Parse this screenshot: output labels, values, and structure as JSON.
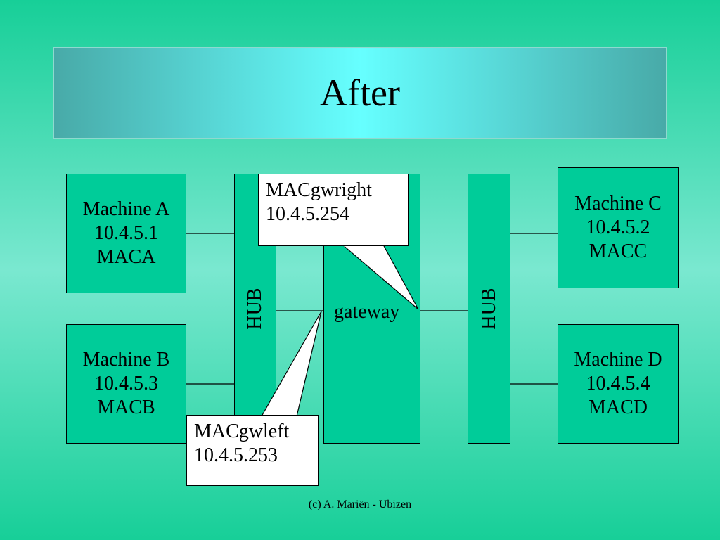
{
  "slide": {
    "title": "After",
    "footer": "(c) A. Mariën - Ubizen"
  },
  "machines": {
    "a": {
      "name": "Machine A",
      "ip": "10.4.5.1",
      "mac": "MACA"
    },
    "b": {
      "name": "Machine B",
      "ip": "10.4.5.3",
      "mac": "MACB"
    },
    "c": {
      "name": "Machine C",
      "ip": "10.4.5.2",
      "mac": "MACC"
    },
    "d": {
      "name": "Machine D",
      "ip": "10.4.5.4",
      "mac": "MACD"
    }
  },
  "hubs": {
    "left": "HUB",
    "right": "HUB"
  },
  "gateway": {
    "label": "gateway",
    "right_callout": {
      "mac": "MACgwright",
      "ip": "10.4.5.254"
    },
    "left_callout": {
      "mac": "MACgwleft",
      "ip": "10.4.5.253"
    }
  },
  "colors": {
    "box_fill": "#00cc99",
    "callout_fill": "#ffffff",
    "banner_center": "#66ffff",
    "banner_edge": "#48aaa8"
  }
}
